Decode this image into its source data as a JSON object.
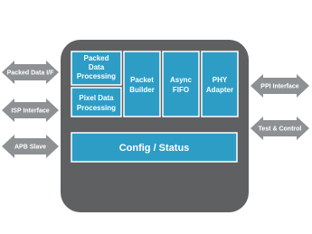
{
  "blocks": {
    "packed": {
      "line1": "Packed",
      "line2": "Data",
      "line3": "Processing"
    },
    "pixel": {
      "line1": "Pixel Data",
      "line2": "Processing"
    },
    "packet": {
      "line1": "Packet",
      "line2": "Builder"
    },
    "fifo": {
      "line1": "Async",
      "line2": "FIFO"
    },
    "phy": {
      "line1": "PHY",
      "line2": "Adapter"
    },
    "config": {
      "label": "Config / Status"
    }
  },
  "left_ports": [
    {
      "label": "Packed Data I/F"
    },
    {
      "label": "ISP Interface"
    },
    {
      "label": "APB Slave"
    }
  ],
  "right_ports": [
    {
      "label": "PPI Interface"
    },
    {
      "label": "Test & Control"
    }
  ],
  "colors": {
    "container": "#5f6062",
    "block": "#2d9dc6",
    "arrow": "#8e9194"
  }
}
